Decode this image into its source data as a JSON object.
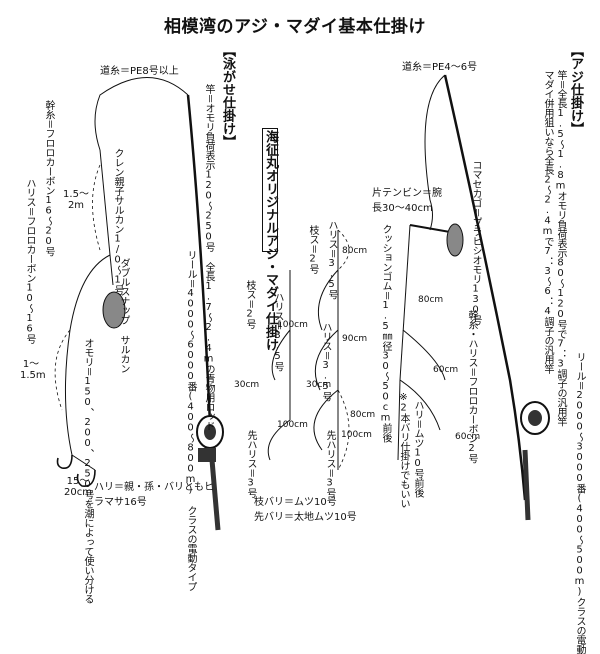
{
  "title": "相模湾のアジ・マダイ基本仕掛け",
  "left_rig": {
    "heading": "【泳がせ仕掛け】",
    "main_line": "道糸＝PE8号以上",
    "rod": "竿＝オモリ負荷表示120〜250号 全長1.7〜2.4mの青物用ロッド",
    "reel": "リール＝4000〜6000番(400〜800m) クラスの電動タイプ",
    "mikiito": "幹糸＝フロロカーボン16〜20号",
    "harisu": "ハリス＝フロロカーボン10〜16号",
    "swivel": "クレン親子サルカン1/0〜1号",
    "len_1": "1.5〜2m",
    "snap": "ダブルスナップ",
    "sarukan": "サルカン",
    "sinker": "オモリ＝150、200、250号を潮によって使い分ける",
    "len_2": "1〜1.5m",
    "len_3": "15〜20cm",
    "hook": "ハリ＝親・孫・バリともヒラマサ16号"
  },
  "middle_rig": {
    "heading": "海征丸オリジナルアジ・マダイ仕掛け",
    "edasu": "枝ス＝2号",
    "harisu_1": "ハリス＝3.5号",
    "harisu_2": "ハリス＝3.5号",
    "harisu_3": "ハリス＝3.5号",
    "edasu_2": "枝ス＝2号",
    "sakiharisu_1": "先ハリス＝3号",
    "sakiharisu_2": "先ハリス＝3号",
    "len_80a": "80cm",
    "len_90": "90cm",
    "len_100a": "100cm",
    "len_30a": "30cm",
    "len_30b": "30cm",
    "len_100b": "100cm",
    "len_80b": "80cm",
    "len_100c": "100cm",
    "eda_hook": "枝バリ＝ムツ10号",
    "saki_hook": "先バリ＝太地ムツ10号"
  },
  "right_rig": {
    "heading": "【アジ仕掛け】",
    "main_line": "道糸＝PE4〜6号",
    "rod": "竿＝全長1.5〜1.8mオモリ負荷表示80〜120号で7：3調子の汎用竿",
    "rod_2": "マダイ併用狙いなら全長2〜2.4mで7：3〜6：4調子の汎用竿",
    "tenbin": "片テンビン＝腕長30〜40cm",
    "cushion": "クッションゴム＝1.5㎜径30〜50cm前後",
    "basket": "コマセカゴ＝プラビシオモリ130号",
    "mikiito": "幹糸・ハリス＝フロロカーボン2号",
    "len_80": "80cm",
    "len_60a": "60cm",
    "len_60b": "60cm",
    "hook": "ハリ＝ムツ10号前後",
    "note": "※2本バリ仕掛けでもいい",
    "reel": "リール＝2000〜3000番(400〜500m)クラスの電動"
  },
  "colors": {
    "ink": "#111111",
    "background": "#ffffff",
    "rod_gray": "#555555"
  }
}
